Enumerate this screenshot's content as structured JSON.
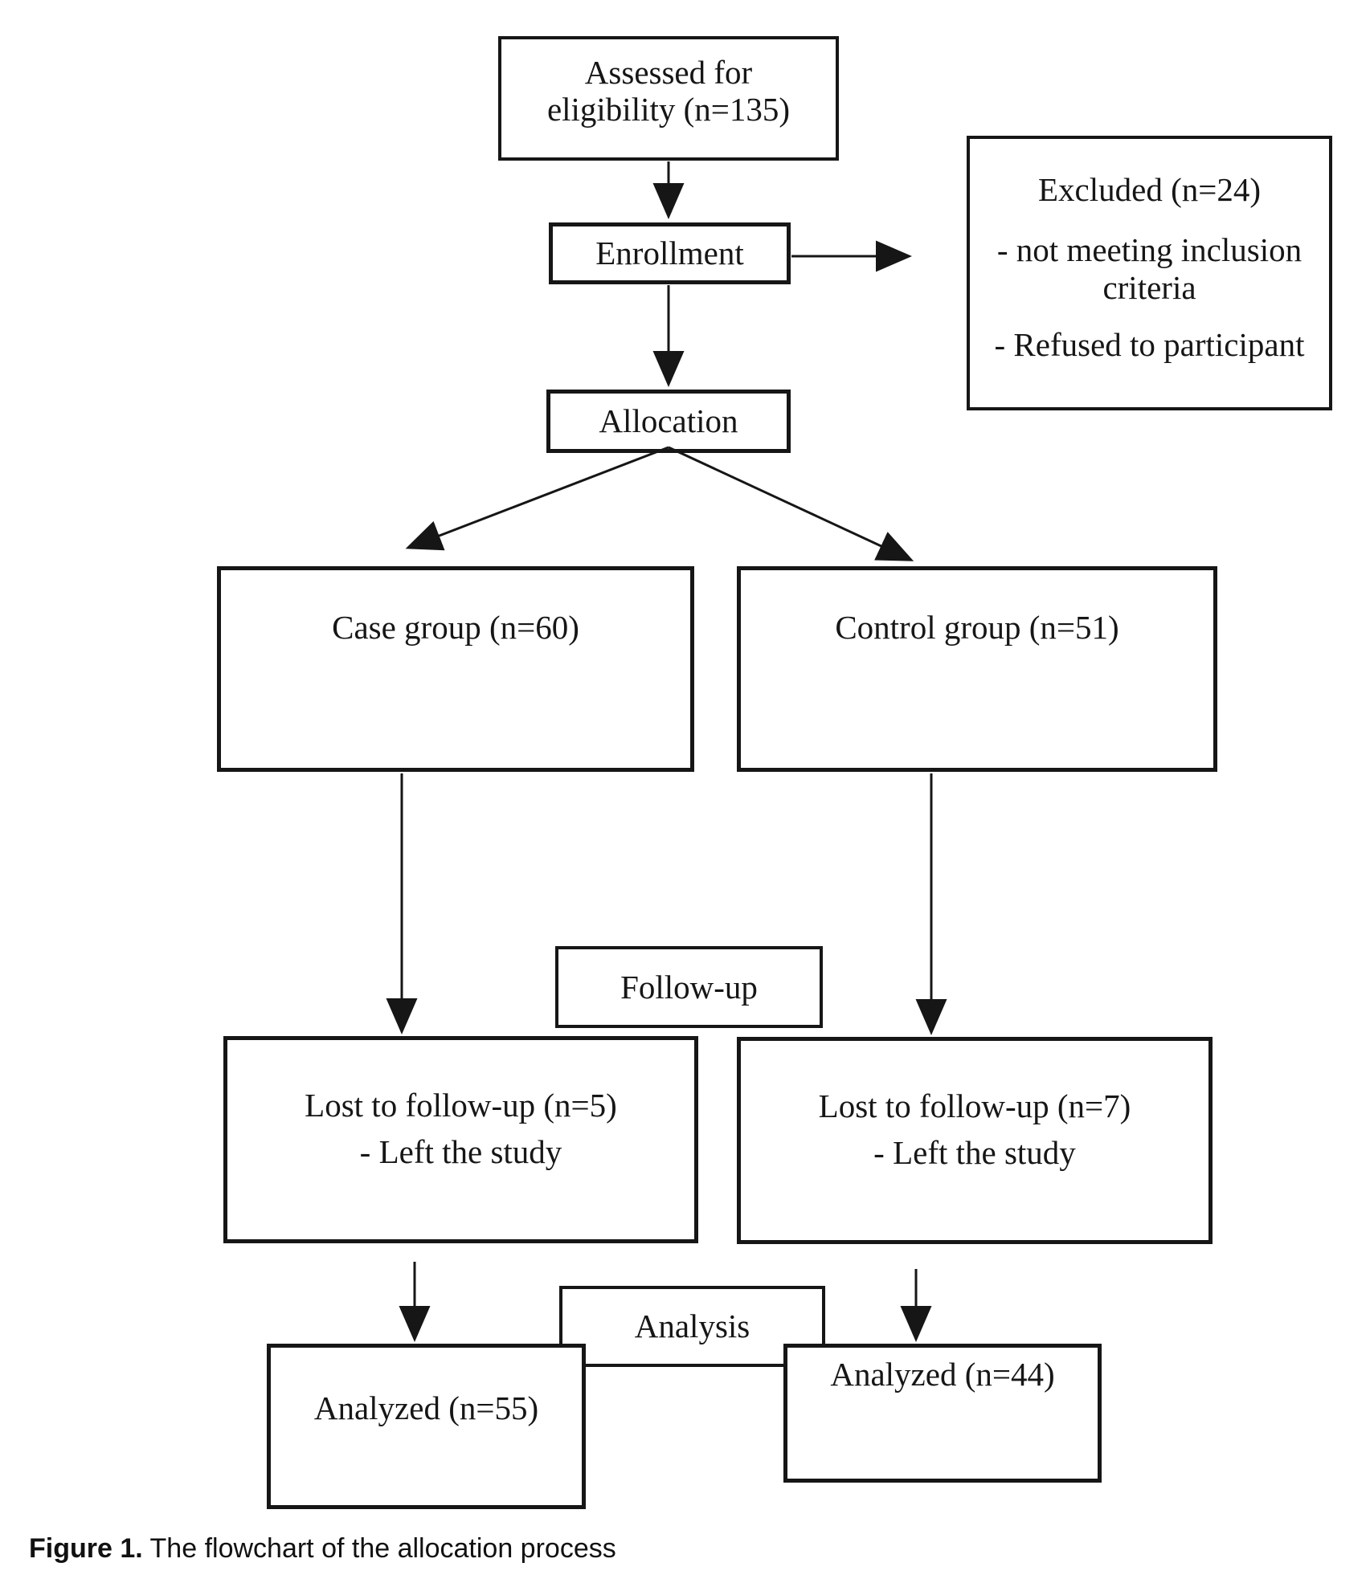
{
  "page": {
    "background": "#ffffff",
    "ink": "#161616"
  },
  "flowchart": {
    "assessed": {
      "line1": "Assessed for",
      "line2": "eligibility (n=135)"
    },
    "enrollment": {
      "label": "Enrollment"
    },
    "excluded": {
      "title": "Excluded (n=24)",
      "bullet1": "- not meeting inclusion criteria",
      "bullet2": "- Refused to participant"
    },
    "allocation": {
      "label": "Allocation"
    },
    "case_group": {
      "label": "Case group (n=60)"
    },
    "control_group": {
      "label": "Control group (n=51)"
    },
    "followup": {
      "label": "Follow-up"
    },
    "lost_left": {
      "line1": "Lost to follow-up (n=5)",
      "line2": "- Left the study"
    },
    "lost_right": {
      "line1": "Lost to follow-up (n=7)",
      "line2": "- Left the study"
    },
    "analysis": {
      "label": "Analysis"
    },
    "analyzed_left": {
      "label": "Analyzed (n=55)"
    },
    "analyzed_right": {
      "label": "Analyzed (n=44)"
    }
  },
  "caption": {
    "prefix": "Figure 1.",
    "text": " The flowchart of the allocation process"
  }
}
